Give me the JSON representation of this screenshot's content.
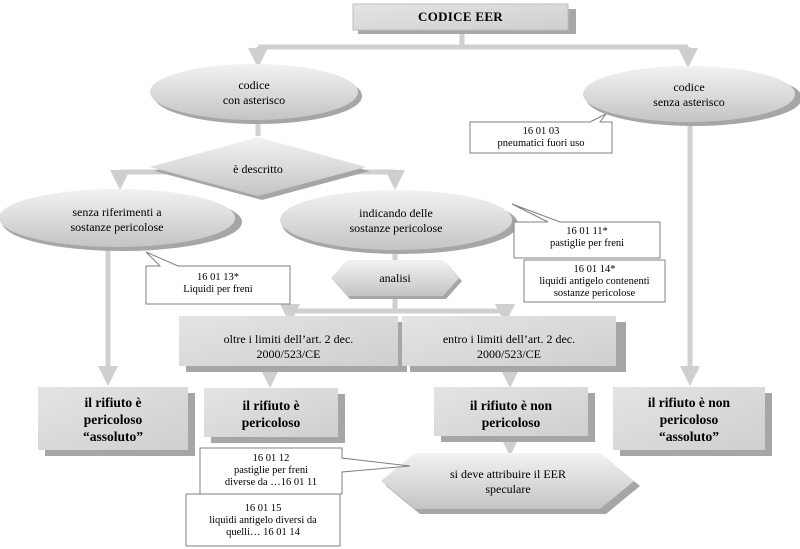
{
  "title": "CODICE EER",
  "nodes": {
    "with_asterisk": [
      "codice",
      "con asterisco"
    ],
    "without_asterisk": [
      "codice",
      "senza asterisco"
    ],
    "described": "è descritto",
    "no_reference": [
      "senza riferimenti a",
      "sostanze pericolose"
    ],
    "indicating": [
      "indicando delle",
      "sostanze pericolose"
    ],
    "analysis": "analisi",
    "over_limits": [
      "oltre i limiti dell’art. 2 dec.",
      "2000/523/CE"
    ],
    "within_limits": [
      "entro i limiti dell’art. 2 dec.",
      "2000/523/CE"
    ],
    "absolute_hazardous": [
      "il rifiuto è",
      "pericoloso",
      "“assoluto”"
    ],
    "hazardous": [
      "il rifiuto è",
      "pericoloso"
    ],
    "non_hazardous": [
      "il rifiuto è non",
      "pericoloso"
    ],
    "absolute_non_hazardous": [
      "il rifiuto è non",
      "pericoloso",
      "“assoluto”"
    ],
    "mirror": [
      "si deve attribuire il EER",
      "speculare"
    ]
  },
  "callouts": {
    "tyres": [
      "16 01 03",
      "pneumatici fuori uso"
    ],
    "brake_fluids": [
      "16 01 13*",
      "Liquidi per freni"
    ],
    "brake_pads": [
      "16 01 11*",
      "pastiglie per freni"
    ],
    "antifreeze": [
      "16 01 14*",
      "liquidi antigelo contenenti",
      "sostanze pericolose"
    ],
    "brake_pads_other": [
      "16 01 12",
      "pastiglie per freni",
      "diverse da …16 01 11"
    ],
    "antifreeze_other": [
      "16 01 15",
      "liquidi antigelo diversi da",
      "quelli… 16 01 14"
    ]
  },
  "colors": {
    "shape_fill": "#dcdcdc",
    "shape_shadow": "#a6a6a6",
    "connector": "#d2d2d2",
    "callout_border": "#7f7f7f"
  }
}
